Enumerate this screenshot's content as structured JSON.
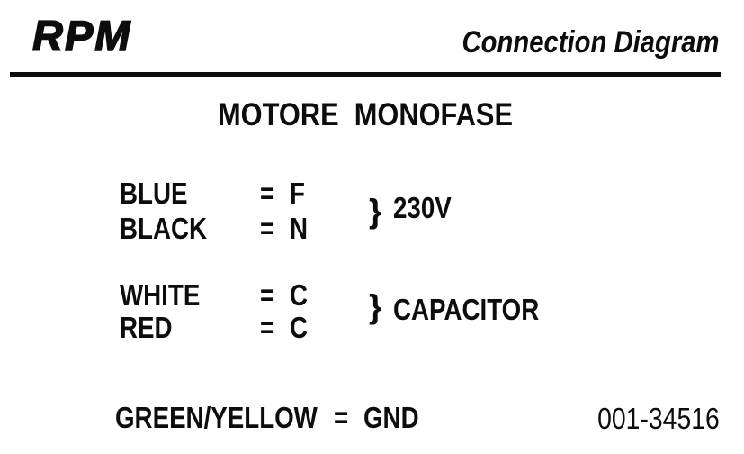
{
  "colors": {
    "ink": "#0d0d0d",
    "background": "#ffffff"
  },
  "header": {
    "logo": "RPM",
    "title": "Connection Diagram"
  },
  "diagram": {
    "title": "MOTORE  MONOFASE",
    "groups": [
      {
        "brace": "}",
        "label": "230V",
        "rows": [
          {
            "wire": "BLUE",
            "eq": "=",
            "terminal": "F"
          },
          {
            "wire": "BLACK",
            "eq": "=",
            "terminal": "N"
          }
        ]
      },
      {
        "brace": "}",
        "label": "CAPACITOR",
        "rows": [
          {
            "wire": "WHITE",
            "eq": "=",
            "terminal": "C"
          },
          {
            "wire": "RED",
            "eq": "=",
            "terminal": "C"
          }
        ]
      }
    ],
    "ground": {
      "wire": "GREEN/YELLOW",
      "eq": "=",
      "terminal": "GND"
    },
    "part_number": "001-34516"
  }
}
